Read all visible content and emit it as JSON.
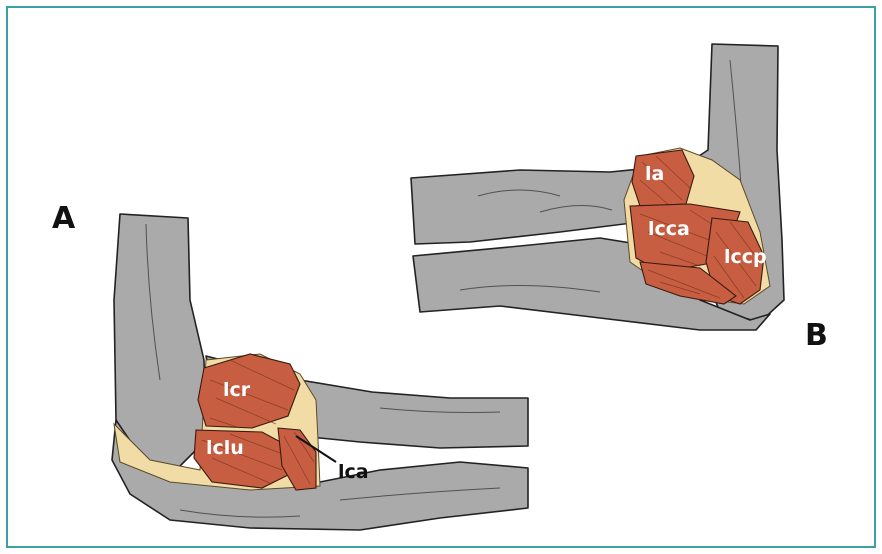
{
  "panels": {
    "a": "A",
    "b": "B"
  },
  "labels": {
    "lcr": "lcr",
    "lclu": "lclu",
    "lca": "lca",
    "la": "la",
    "lcca": "lcca",
    "lccp": "lccp"
  },
  "colors": {
    "frame": "#3aa0a2",
    "bone": "#aaaaaa",
    "capsule": "#f1dca6",
    "ligament": "#c75d41"
  }
}
